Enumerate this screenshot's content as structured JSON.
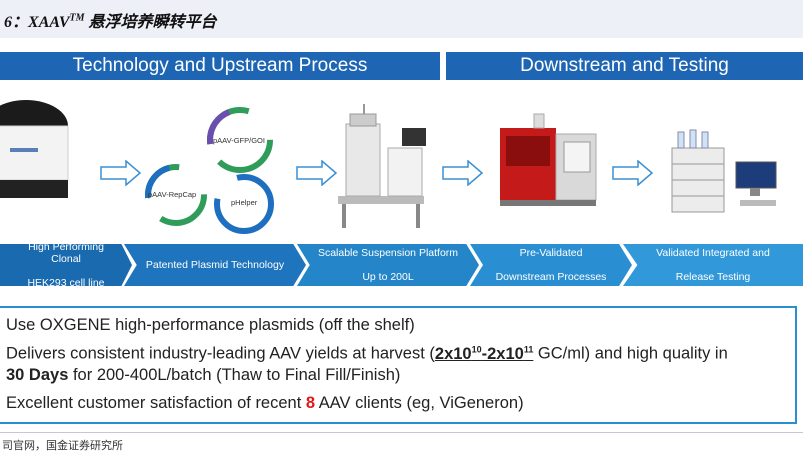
{
  "caption": {
    "prefix": "6：",
    "name": "XAAV",
    "tm": "TM",
    "suffix": " 悬浮培养瞬转平台"
  },
  "headers": {
    "left": "Technology and Upstream Process",
    "right": "Downstream and Testing"
  },
  "plasmids": {
    "gfp": "pAAV-GFP/GOI",
    "repcap": "pAAV-RepCap",
    "helper": "pHelper"
  },
  "banners": [
    {
      "line1": "High Performing Clonal",
      "line2": "HEK293 cell line"
    },
    {
      "line1": "Patented Plasmid Technology",
      "line2": ""
    },
    {
      "line1": "Scalable Suspension Platform",
      "line2": "Up to 200L"
    },
    {
      "line1": "Pre-Validated",
      "line2": "Downstream Processes"
    },
    {
      "line1": "Validated Integrated and",
      "line2": "Release Testing"
    }
  ],
  "bullets": {
    "b1": "Use OXGENE high-performance plasmids (off the shelf)",
    "b2_pre": "Delivers consistent industry-leading AAV yields at harvest (",
    "b2_v1": "2x10",
    "b2_e1": "10",
    "b2_dash": "-2x10",
    "b2_e2": "11",
    "b2_post": " GC/ml) and high quality in",
    "b3_bold": "30 Days",
    "b3_rest": " for 200-400L/batch (Thaw to Final Fill/Finish)",
    "b4_pre": "Excellent customer satisfaction of recent ",
    "b4_num": "8",
    "b4_post": " AAV clients (eg, ViGeneron)"
  },
  "source": "司官网，国金证券研究所",
  "colors": {
    "primary": "#1e66b4",
    "accent_red": "#e01818"
  }
}
